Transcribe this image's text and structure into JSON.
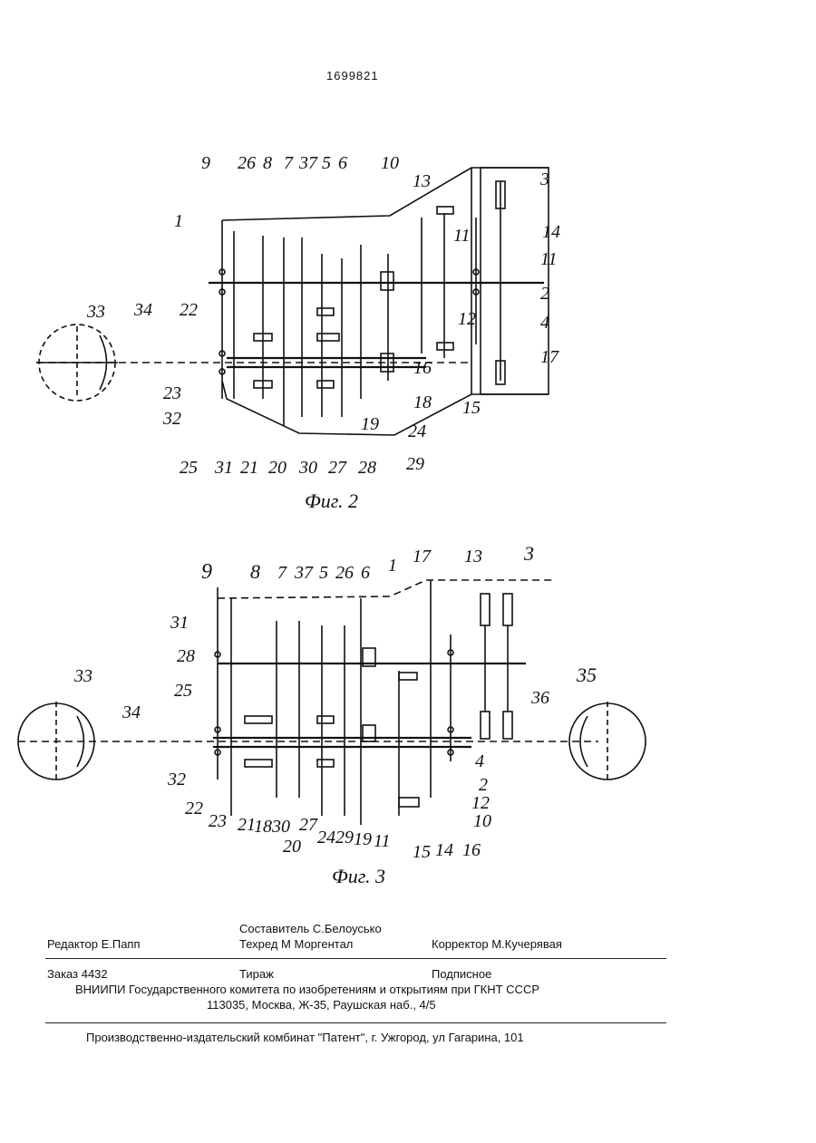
{
  "patent_number": "1699821",
  "figures": [
    {
      "caption": "Фиг. 2",
      "labels": [
        "9",
        "26",
        "8",
        "7",
        "37",
        "5",
        "6",
        "10",
        "13",
        "3",
        "1",
        "14",
        "11",
        "11",
        "2",
        "33",
        "34",
        "22",
        "4",
        "12",
        "17",
        "16",
        "23",
        "18",
        "32",
        "24",
        "19",
        "25",
        "31",
        "21",
        "20",
        "30",
        "27",
        "28",
        "29",
        "15"
      ]
    },
    {
      "caption": "Фиг. 3",
      "labels": [
        "9",
        "8",
        "7",
        "37",
        "5",
        "26",
        "6",
        "1",
        "17",
        "13",
        "3",
        "31",
        "28",
        "25",
        "33",
        "34",
        "35",
        "36",
        "4",
        "2",
        "32",
        "12",
        "22",
        "23",
        "21",
        "18",
        "30",
        "27",
        "24",
        "29",
        "19",
        "11",
        "10",
        "15",
        "14",
        "16",
        "20"
      ]
    }
  ],
  "imprint": {
    "compiler": "Составитель  С.Белоусько",
    "editor": "Редактор  Е.Папп",
    "techred": "Техред М Моргентал",
    "corrector": "Корректор  М.Кучерявая",
    "order": "Заказ  4432",
    "circulation": "Тираж",
    "subscription": "Подписное",
    "org_line": "ВНИИПИ Государственного комитета по изобретениям и открытиям при ГКНТ СССР",
    "address": "113035, Москва, Ж-35, Раушская наб., 4/5",
    "publisher": "Производственно-издательский комбинат \"Патент\", г. Ужгород, ул Гагарина, 101"
  }
}
